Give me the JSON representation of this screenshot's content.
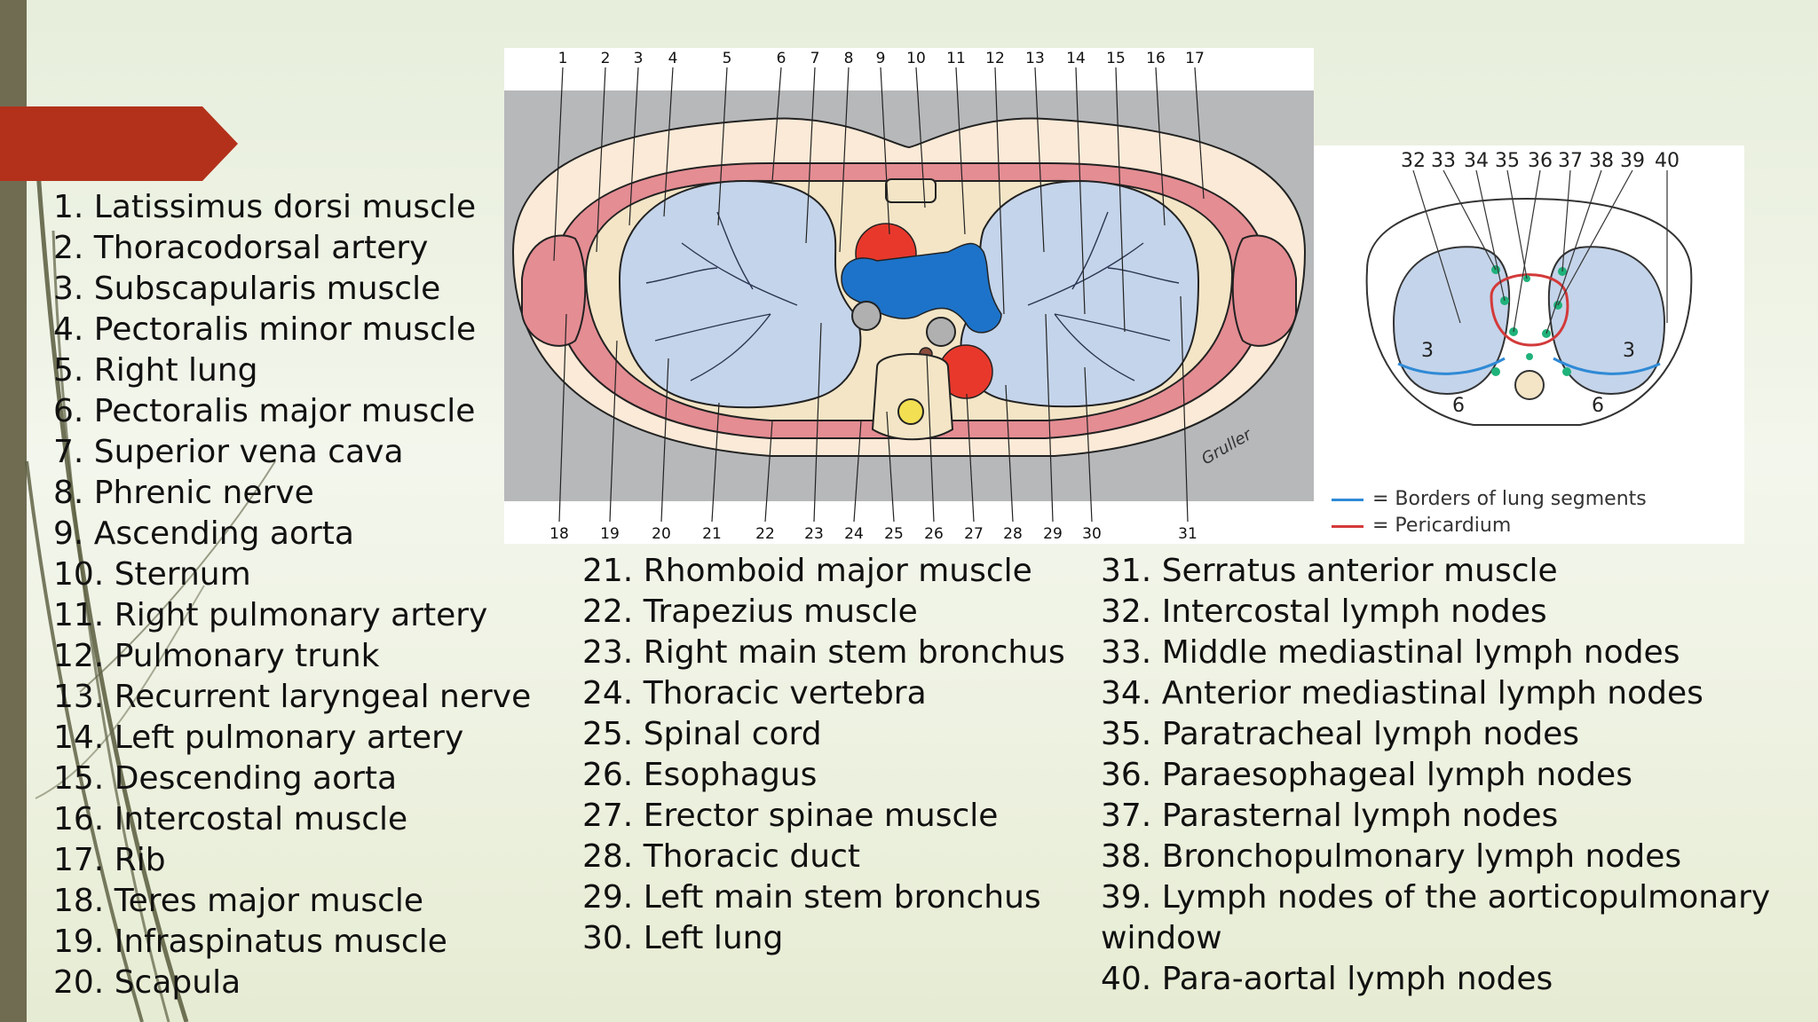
{
  "colors": {
    "bar": "#6f6c52",
    "pointer": "#b3311b",
    "lung": "#c4d4ea",
    "blood_artery": "#e8382c",
    "blood_vein": "#1d73c9",
    "muscle": "#e48d93",
    "skin": "#fbead7",
    "segment_border": "#2f8ad6",
    "pericardium": "#d33a3a",
    "lymph": "#1fb27a"
  },
  "legend": {
    "col1": [
      "1. Latissimus dorsi muscle",
      "2. Thoracodorsal artery",
      "3. Subscapularis muscle",
      "4. Pectoralis minor muscle",
      "5. Right lung",
      "6. Pectoralis major muscle",
      "7. Superior vena cava",
      "8. Phrenic nerve",
      "9. Ascending aorta",
      "10. Sternum",
      "11. Right pulmonary artery",
      "12. Pulmonary trunk",
      "13. Recurrent laryngeal nerve",
      "14. Left pulmonary artery",
      "15. Descending aorta",
      "16. Intercostal muscle",
      "17. Rib",
      "18. Teres major muscle",
      "19. Infraspinatus muscle",
      "20. Scapula"
    ],
    "col2": [
      "21. Rhomboid major muscle",
      "22. Trapezius muscle",
      "23. Right main stem bronchus",
      "24. Thoracic vertebra",
      "25. Spinal cord",
      "26. Esophagus",
      "27. Erector spinae muscle",
      "28. Thoracic duct",
      "29. Left main stem bronchus",
      "30. Left lung"
    ],
    "col3": [
      "31. Serratus anterior muscle",
      "32. Intercostal lymph nodes",
      "33. Middle mediastinal lymph nodes",
      "34. Anterior mediastinal lymph nodes",
      "35. Paratracheal lymph nodes",
      "36. Paraesophageal lymph nodes",
      "37. Parasternal lymph nodes",
      "38. Bronchopulmonary lymph nodes",
      "39. Lymph nodes of the aorticopulmonary window",
      "40. Para-aortal lymph nodes"
    ]
  },
  "main_figure": {
    "top_numbers": [
      "1",
      "2",
      "3",
      "4",
      "5",
      "6",
      "7",
      "8",
      "9",
      "10",
      "11",
      "12",
      "13",
      "14",
      "15",
      "16",
      "17"
    ],
    "bottom_numbers": [
      "18",
      "19",
      "20",
      "21",
      "22",
      "23",
      "24",
      "25",
      "26",
      "27",
      "28",
      "29",
      "30",
      "31"
    ],
    "signature": "Gruller"
  },
  "side_figure": {
    "top_numbers": [
      "32",
      "33",
      "34",
      "35",
      "36",
      "37",
      "38",
      "39",
      "40"
    ],
    "segment_labels": [
      "3",
      "6",
      "3",
      "6"
    ],
    "legend_borders": "= Borders of lung segments",
    "legend_pericardium": "= Pericardium"
  }
}
